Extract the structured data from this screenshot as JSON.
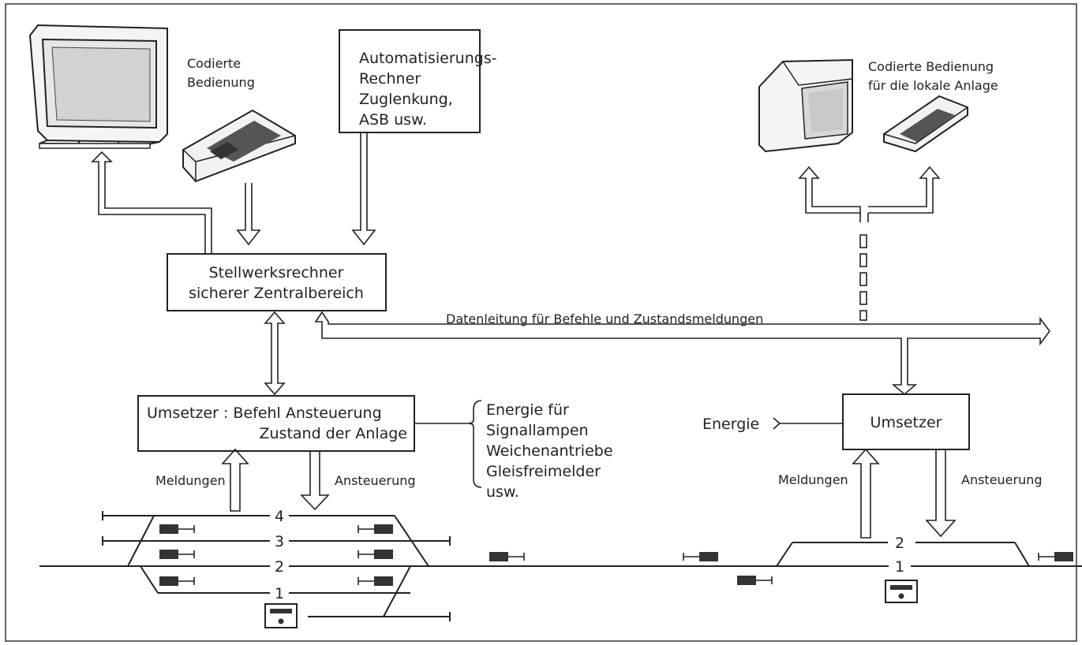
{
  "labels": {
    "coded_operation": [
      "Codierte",
      "Bedienung"
    ],
    "automation": [
      "Automatisierungs-",
      "Rechner",
      "Zuglenkung,",
      "ASB  usw."
    ],
    "coded_operation_local": [
      "Codierte Bedienung",
      "für die lokale Anlage"
    ],
    "interlocking": [
      "Stellwerksrechner",
      "sicherer Zentralbereich"
    ],
    "data_line": "Datenleitung für Befehle und Zustandsmeldungen",
    "converter_left": [
      "Umsetzer : Befehl Ansteuerung",
      "Zustand der Anlage"
    ],
    "energy_list": [
      "Energie für",
      "Signallampen",
      "Weichenantriebe",
      "Gleisfreimelder",
      "usw."
    ],
    "energy": "Energie",
    "converter_right": "Umsetzer",
    "reports": "Meldungen",
    "control": "Ansteuerung",
    "tracks_left": [
      "4",
      "3",
      "2",
      "1"
    ],
    "tracks_right": [
      "2",
      "1"
    ]
  }
}
